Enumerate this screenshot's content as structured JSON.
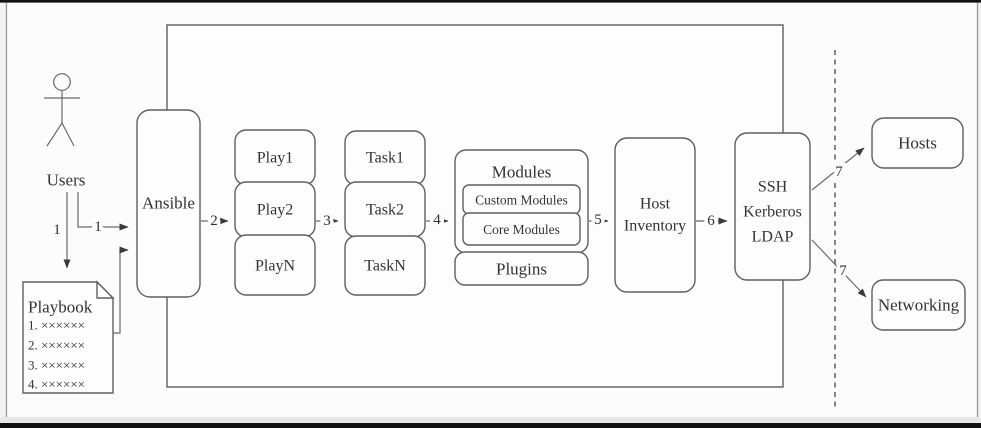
{
  "diagram": {
    "users_label": "Users",
    "playbook": {
      "title": "Playbook",
      "items": [
        "1. ××××××",
        "2. ××××××",
        "3. ××××××",
        "4. ××××××"
      ]
    },
    "ansible_label": "Ansible",
    "plays": [
      "Play1",
      "Play2",
      "PlayN"
    ],
    "tasks": [
      "Task1",
      "Task2",
      "TaskN"
    ],
    "modules": {
      "title": "Modules",
      "custom": "Custom Modules",
      "core": "Core Modules"
    },
    "plugins_label": "Plugins",
    "host_inventory_lines": [
      "Host",
      "Inventory"
    ],
    "transport_lines": [
      "SSH",
      "Kerberos",
      "LDAP"
    ],
    "hosts_label": "Hosts",
    "networking_label": "Networking",
    "arrow_labels": {
      "users_to_playbook": "1",
      "users_to_ansible": "1",
      "ansible_to_plays": "2",
      "plays_to_tasks": "3",
      "tasks_to_modules": "4",
      "modules_to_host_inventory": "5",
      "host_inventory_to_transport": "6",
      "transport_to_hosts": "7",
      "transport_to_networking": "7"
    },
    "colors": {
      "line": "#5f5f5f",
      "text": "#333333",
      "frame_bar": "#111111",
      "canvas": "#fcfcfc",
      "band": "#e8e8e8"
    }
  }
}
